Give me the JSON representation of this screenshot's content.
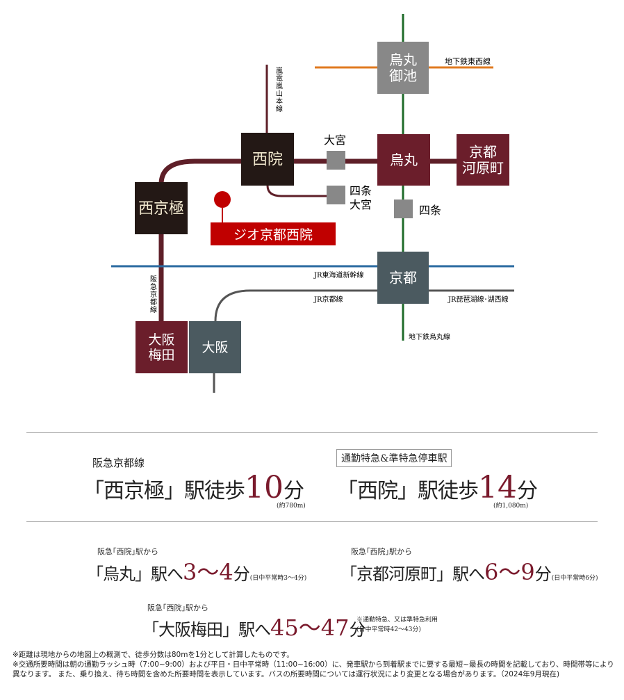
{
  "map": {
    "stations": {
      "karasuma_oike": "烏丸\n御池",
      "sai_in": "西院",
      "nishikyogoku": "西京極",
      "omiya": "大宮",
      "shijo_omiya": "四条\n大宮",
      "karasuma": "烏丸",
      "kyoto_kawaramachi": "京都\n河原町",
      "shijo": "四条",
      "kyoto": "京都",
      "osaka_umeda": "大阪\n梅田",
      "osaka": "大阪"
    },
    "lines": {
      "tozai": "地下鉄東西線",
      "randen": "嵐電嵐山本線",
      "hankyu": "阪急京都線",
      "shinkansen": "JR東海道新幹線",
      "jr_kyoto": "JR京都線",
      "jr_biwako": "JR琵琶湖線･湖西線",
      "karasuma_line": "地下鉄烏丸線"
    },
    "property_label": "ジオ京都西院",
    "colors": {
      "hankyu": "#5e1f28",
      "maroon_station": "#6b1e2b",
      "dark_station": "#231815",
      "gray_station": "#888888",
      "jr_station": "#4b5a60",
      "tozai": "#e07a1f",
      "karasuma_line": "#1f6b2a",
      "shinkansen": "#2a6aa0",
      "jr": "#555555",
      "property": "#c00000"
    }
  },
  "walk": {
    "left": {
      "line": "阪急京都線",
      "prefix": "「西京極」駅徒歩",
      "minutes": "10",
      "unit": "分",
      "distance": "(約780m)"
    },
    "right": {
      "badge": "通勤特急&準特急停車駅",
      "prefix": "「西院」駅徒歩",
      "minutes": "14",
      "unit": "分",
      "distance": "(約1,080m)"
    }
  },
  "trips": [
    {
      "from": "阪急｢西院｣駅から",
      "dest": "「烏丸」駅へ",
      "time": "3～4",
      "unit": "分",
      "note": "(日中平常時3～4分)"
    },
    {
      "from": "阪急｢西院｣駅から",
      "dest": "「京都河原町」駅へ",
      "time": "6～9",
      "unit": "分",
      "note": "(日中平常時6分)"
    },
    {
      "from": "阪急｢西院｣駅から",
      "dest": "「大阪梅田」駅へ",
      "time": "45～47",
      "unit": "分",
      "note1": "※通勤特急、又は準特急利用",
      "note": "(日中平常時42～43分)"
    }
  ],
  "footnotes": [
    "※距離は現地からの地図上の概測で、徒歩分数は80mを1分として計算したものです。",
    "※交通所要時間は朝の通勤ラッシュ時（7:00~9:00）および平日・日中平常時（11:00~16:00）に、発車駅から到着駅までに要する最短~最長の時間を記載しており、時間帯等により異なります。 また、乗り換え、待ち時間を含めた所要時間を表示しています。バスの所要時間については運行状況により変更となる場合があります。（2024年9月現在)"
  ]
}
